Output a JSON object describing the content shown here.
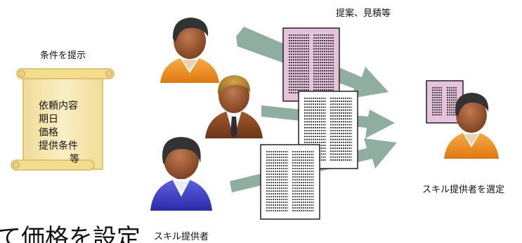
{
  "labels": {
    "conditions_title": "条件を提示",
    "proposals_title": "提案、見積等",
    "select_provider": "スキル提供者を選定",
    "skill_providers": "スキル提供者",
    "bottom_cut_text": "て価格を設定"
  },
  "scroll_items": [
    "依頼内容",
    "期日",
    "価格",
    "提供条件",
    "等"
  ],
  "colors": {
    "arrow": "#8fae9f",
    "scroll_fill": "#f6e7ae",
    "scroll_edge": "#e3c873",
    "doc_pink": "#e6c3dc",
    "doc_white": "#ffffff",
    "person_orange": "#f0901e",
    "person_brown": "#8c4a22",
    "person_blue": "#3b3ec7",
    "skin": "#9b5a38",
    "hair": "#333333"
  }
}
